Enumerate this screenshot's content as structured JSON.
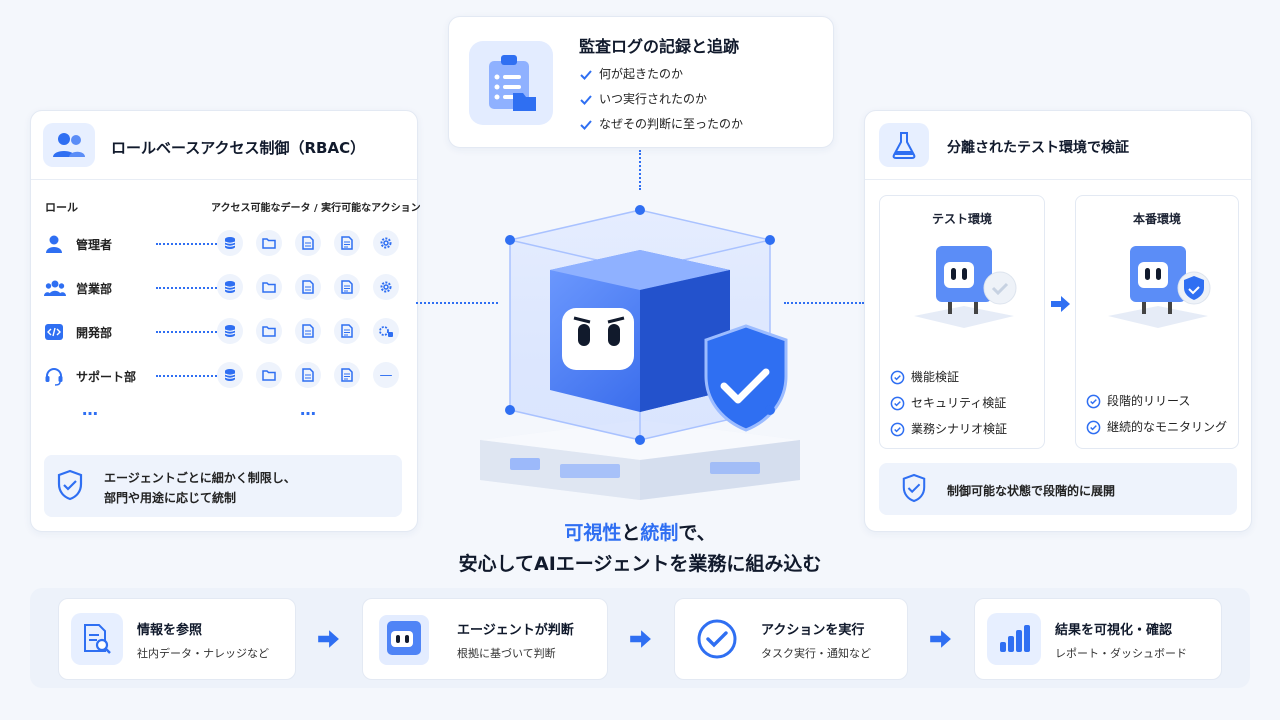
{
  "audit": {
    "title": "監査ログの記録と追跡",
    "items": [
      "何が起きたのか",
      "いつ実行されたのか",
      "なぜその判断に至ったのか"
    ]
  },
  "rbac": {
    "title": "ロールベースアクセス制御（RBAC）",
    "col_role": "ロール",
    "col_access": "アクセス可能なデータ / 実行可能なアクション",
    "roles": [
      "管理者",
      "営業部",
      "開発部",
      "サポート部"
    ],
    "ellipsis_left": "…",
    "ellipsis_right": "…",
    "no_access": "—",
    "note_line1": "エージェントごとに細かく制限し、",
    "note_line2": "部門や用途に応じて統制"
  },
  "test_env": {
    "title": "分離されたテスト環境で検証",
    "test_label": "テスト環境",
    "prod_label": "本番環境",
    "test_checks": [
      "機能検証",
      "セキュリティ検証",
      "業務シナリオ検証"
    ],
    "prod_checks": [
      "段階的リリース",
      "継続的なモニタリング"
    ],
    "note": "制御可能な状態で段階的に展開"
  },
  "headline": {
    "highlight1": "可視性",
    "joiner": "と",
    "highlight2": "統制",
    "suffix": "で、",
    "line2": "安心してAIエージェントを業務に組み込む"
  },
  "flow": [
    {
      "title": "情報を参照",
      "sub": "社内データ・ナレッジなど"
    },
    {
      "title": "エージェントが判断",
      "sub": "根拠に基づいて判断"
    },
    {
      "title": "アクションを実行",
      "sub": "タスク実行・通知など"
    },
    {
      "title": "結果を可視化・確認",
      "sub": "レポート・ダッシュボード"
    }
  ],
  "colors": {
    "accent": "#2f6ff2",
    "background": "#f4f7fc",
    "card": "#ffffff"
  }
}
